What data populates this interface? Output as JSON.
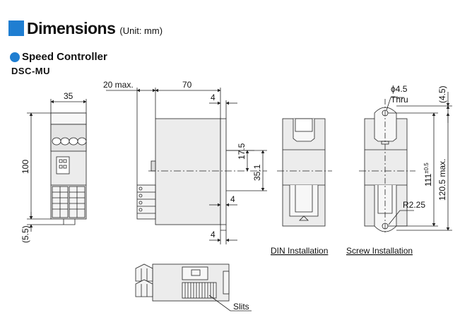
{
  "header": {
    "title": "Dimensions",
    "unit": "(Unit: mm)"
  },
  "section": {
    "title": "Speed Controller",
    "model": "DSC-MU"
  },
  "front": {
    "width": "35",
    "height": "100",
    "bottom": "(5.5)"
  },
  "side": {
    "overhang": "20 max.",
    "depth": "70",
    "top4": "4",
    "d175": "17.5",
    "d351": "35.1",
    "mid4": "4",
    "bot4": "4"
  },
  "din": {
    "caption": "DIN Installation"
  },
  "screw": {
    "caption": "Screw Installation",
    "hole": "ϕ4.5",
    "thru": "Thru",
    "top": "(4.5)",
    "pitch": "111",
    "tol": "±0.5",
    "overall": "120.5 max.",
    "radius": "R2.25"
  },
  "bottom": {
    "slits": "Slits"
  },
  "colors": {
    "accent": "#1f7ed1",
    "line": "#222222",
    "fill": "#ececec"
  }
}
